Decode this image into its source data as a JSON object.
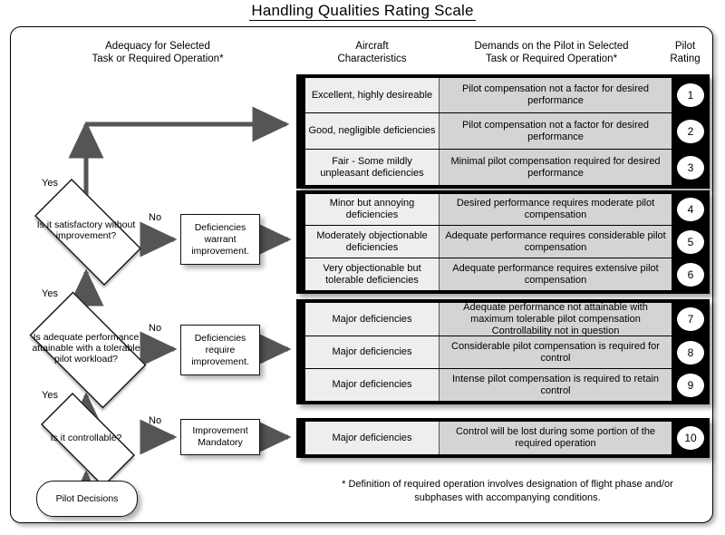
{
  "title": "Handling Qualities Rating Scale",
  "headers": {
    "adequacy": "Adequacy for Selected",
    "adequacy_line2": "Task or Required  Operation*",
    "aircraft": "Aircraft",
    "aircraft_line2": "Characteristics",
    "demands": "Demands on the Pilot in Selected",
    "demands_line2": "Task or Required Operation*",
    "pilot": "Pilot",
    "pilot_line2": "Rating"
  },
  "groups": [
    {
      "id": "group-1",
      "rows": [
        {
          "characteristics": "Excellent, highly desireable",
          "demands": "Pilot compensation not a factor for desired performance",
          "rating": "1"
        },
        {
          "characteristics": "Good, negligible deficiencies",
          "demands": "Pilot compensation not a factor for desired performance",
          "rating": "2"
        },
        {
          "characteristics": "Fair - Some mildly unpleasant deficiencies",
          "demands": "Minimal pilot compensation required for desired performance",
          "rating": "3"
        }
      ]
    },
    {
      "id": "group-2",
      "rows": [
        {
          "characteristics": "Minor but annoying deficiencies",
          "demands": "Desired performance requires moderate pilot compensation",
          "rating": "4"
        },
        {
          "characteristics": "Moderately objectionable deficiencies",
          "demands": "Adequate performance requires considerable pilot compensation",
          "rating": "5"
        },
        {
          "characteristics": "Very objectionable but tolerable deficiencies",
          "demands": "Adequate performance requires extensive pilot compensation",
          "rating": "6"
        }
      ]
    },
    {
      "id": "group-3",
      "rows": [
        {
          "characteristics": "Major deficiencies",
          "demands": "Adequate performance not attainable with maximum tolerable pilot compensation Controllability not in question",
          "rating": "7"
        },
        {
          "characteristics": "Major deficiencies",
          "demands": "Considerable pilot compensation is required for control",
          "rating": "8"
        },
        {
          "characteristics": "Major deficiencies",
          "demands": "Intense pilot compensation is required to retain control",
          "rating": "9"
        }
      ]
    },
    {
      "id": "group-4",
      "rows": [
        {
          "characteristics": "Major deficiencies",
          "demands": "Control will be lost during some portion of the required operation",
          "rating": "10"
        }
      ]
    }
  ],
  "flow": {
    "decisions": [
      {
        "id": "diamond-1",
        "text": "Is it satisfactory without improvement?"
      },
      {
        "id": "diamond-2",
        "text": "Is adequate performance attainable with a tolerable pilot workload?"
      },
      {
        "id": "diamond-3",
        "text": "Is it controllable?"
      }
    ],
    "processes": [
      {
        "id": "proc-1",
        "text": "Deficiencies warrant improvement."
      },
      {
        "id": "proc-2",
        "text": "Deficiencies require improvement."
      },
      {
        "id": "proc-3",
        "text": "Improvement Mandatory"
      }
    ],
    "start": "Pilot Decisions",
    "yes_label": "Yes",
    "no_label": "No"
  },
  "footnote": "* Definition of required operation involves designation of flight phase and/or subphases with accompanying conditions.",
  "colors": {
    "characteristics_cell": "#eeeeee",
    "demands_cell": "#d4d4d4",
    "group_border": "#000000",
    "connector": "#555555"
  }
}
